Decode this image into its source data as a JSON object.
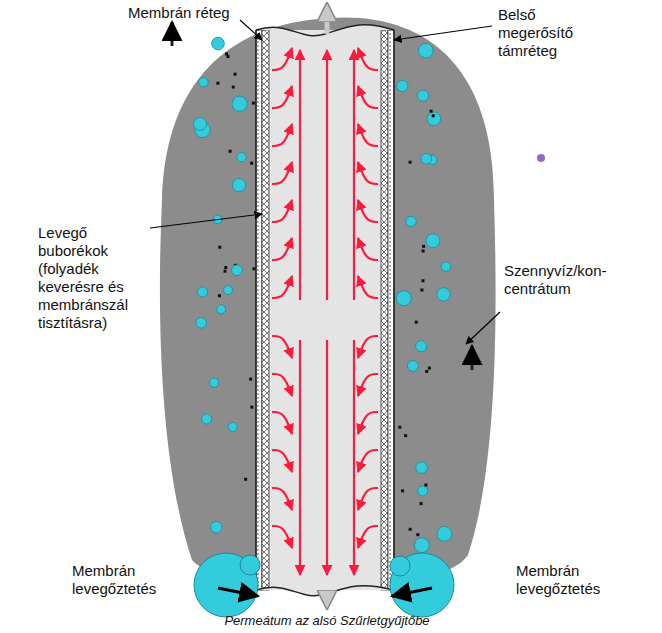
{
  "diagram": {
    "caption": "Permeátum az alsó Szűrletgyűjtőbe",
    "labels": [
      "Membrán réteg",
      "Belső megerősítő támréteg",
      "Levegő buborékok (folyadék keverésre és membránszál tisztításra)",
      "Szennyvíz/kon- centrátum",
      "Membrán levegőztetés",
      "Membrán levegőztetés"
    ]
  }
}
